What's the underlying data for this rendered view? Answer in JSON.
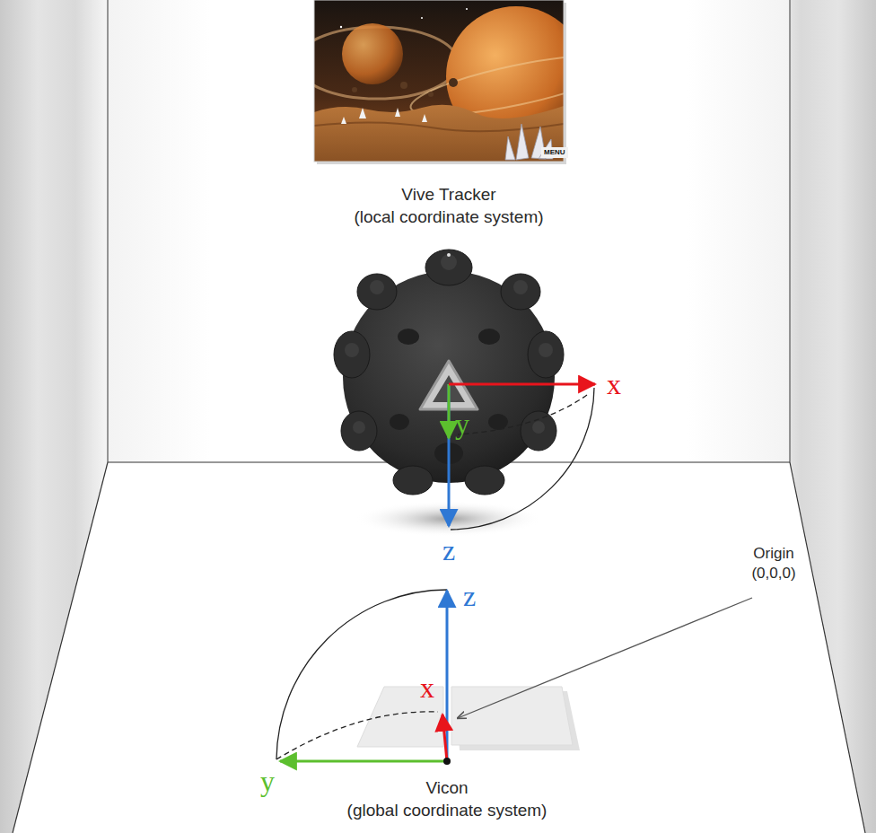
{
  "diagram": {
    "labels": [
      "MENU",
      "Vive Tracker (local coordinate system)",
      "x",
      "y",
      "z",
      "z",
      "x",
      "y",
      "Origin (0,0,0)",
      "Vicon (global coordinate system)"
    ]
  }
}
